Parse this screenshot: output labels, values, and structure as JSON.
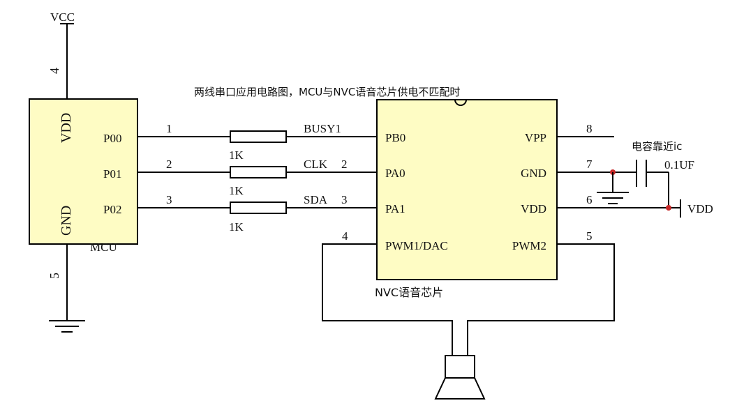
{
  "title": "两线串口应用电路图，MCU与NVC语音芯片供电不匹配时",
  "mcu": {
    "name": "MCU",
    "vdd_label": "VDD",
    "gnd_label": "GND",
    "pins": [
      "P00",
      "P01",
      "P02"
    ],
    "vcc_label": "VCC",
    "vcc_pin_no": "4",
    "gnd_pin_no": "5"
  },
  "wires": [
    {
      "mcu_pin_no": "1",
      "resistor": "1K",
      "signal": "BUSY1",
      "chip_pin_no": ""
    },
    {
      "mcu_pin_no": "2",
      "resistor": "1K",
      "signal": "CLK",
      "chip_pin_no": "2"
    },
    {
      "mcu_pin_no": "3",
      "resistor": "1K",
      "signal": "SDA",
      "chip_pin_no": "3"
    }
  ],
  "chip": {
    "name": "NVC语音芯片",
    "left_pins": [
      "PB0",
      "PA0",
      "PA1",
      "PWM1/DAC"
    ],
    "right_pins": [
      "VPP",
      "GND",
      "VDD",
      "PWM2"
    ],
    "right_pin_nos": [
      "8",
      "7",
      "6",
      "5"
    ],
    "pwm1_pin_no": "4"
  },
  "capacitor": {
    "note": "电容靠近ic",
    "value": "0.1UF"
  },
  "vdd_rail": "VDD"
}
